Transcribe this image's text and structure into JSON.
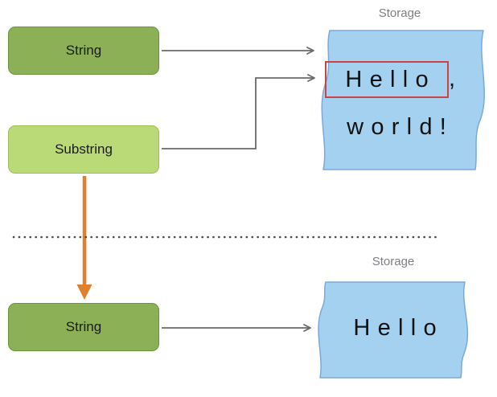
{
  "diagram": {
    "top": {
      "string_box": {
        "label": "String"
      },
      "substring_box": {
        "label": "Substring"
      },
      "storage": {
        "title": "Storage",
        "substring_text": "Hello",
        "after_substring": ",",
        "line2": "world!"
      }
    },
    "bottom": {
      "string_box": {
        "label": "String"
      },
      "storage": {
        "title": "Storage",
        "line1": "Hello"
      }
    },
    "colors": {
      "string_box_fill": "#8bb055",
      "string_box_border": "#6b9440",
      "substring_box_fill": "#bada77",
      "substring_box_border": "#9cbf56",
      "storage_fill": "#a5d1f1",
      "storage_border": "#7aa9d9",
      "highlight_red": "#cc4343",
      "arrow_gray": "#6a6a6a",
      "arrow_orange": "#e0802f",
      "divider_dots_gray": "#4a4a4a",
      "storage_label_gray": "#7f7f84",
      "text_black": "#111111"
    }
  }
}
